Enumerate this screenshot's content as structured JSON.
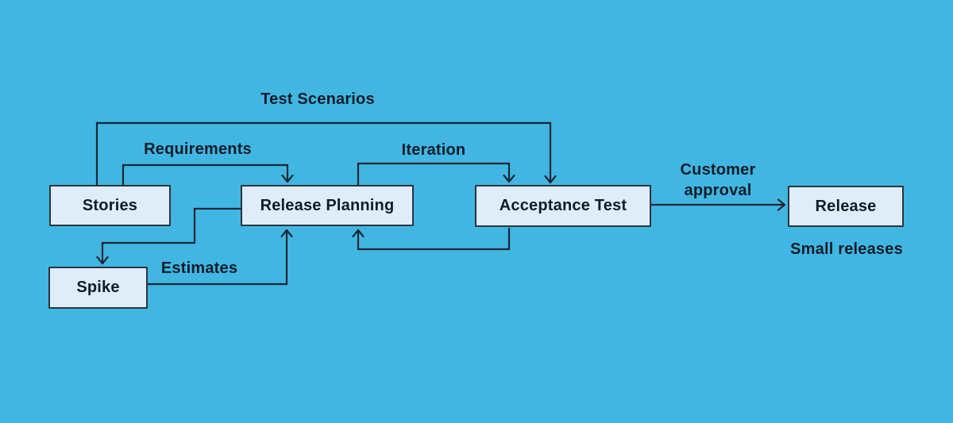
{
  "title": "Extreme Programming process flow diagram",
  "colors": {
    "background": "#41b6e3",
    "node_fill": "#deedf8",
    "node_border": "#2b343d",
    "line": "#1b2734",
    "text": "#0f1c28"
  },
  "diagram": {
    "nodes": {
      "stories": {
        "label": "Stories"
      },
      "release_planning": {
        "label": "Release Planning"
      },
      "acceptance_test": {
        "label": "Acceptance Test"
      },
      "release": {
        "label": "Release"
      },
      "spike": {
        "label": "Spike"
      }
    },
    "edge_labels": {
      "test_scenarios": "Test Scenarios",
      "requirements": "Requirements",
      "iteration": "Iteration",
      "customer_approval": "Customer approval",
      "estimates": "Estimates",
      "small_releases": "Small releases"
    }
  }
}
